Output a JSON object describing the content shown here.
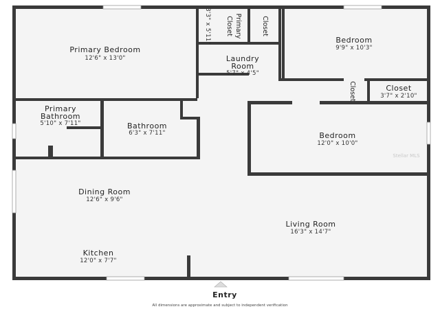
{
  "rooms": {
    "primary_bedroom": {
      "name": "Primary Bedroom",
      "dims": "12'6\" x 13'0\""
    },
    "primary_closet": {
      "line1": "Primary",
      "line2": "Closet",
      "dims": "3'3\" x 5'11\""
    },
    "closet_top": {
      "name": "Closet"
    },
    "bedroom_top": {
      "name": "Bedroom",
      "dims": "9'9\" x 10'3\""
    },
    "laundry_room": {
      "line1": "Laundry",
      "line2": "Room",
      "dims": "5'7\" x 4'5\""
    },
    "closet_mid": {
      "name": "Closet"
    },
    "closet_right": {
      "name": "Closet",
      "dims": "3'7\" x 2'10\""
    },
    "primary_bathroom": {
      "line1": "Primary",
      "line2": "Bathroom",
      "dims": "5'10\" x 7'11\""
    },
    "bathroom": {
      "name": "Bathroom",
      "dims": "6'3\" x 7'11\""
    },
    "bedroom_right": {
      "name": "Bedroom",
      "dims": "12'0\" x 10'0\""
    },
    "dining_room": {
      "name": "Dining Room",
      "dims": "12'6\" x 9'6\""
    },
    "living_room": {
      "name": "Living Room",
      "dims": "16'3\" x 14'7\""
    },
    "kitchen": {
      "name": "Kitchen",
      "dims": "12'0\" x 7'7\""
    }
  },
  "entry": {
    "label": "Entry"
  },
  "footer": {
    "note": "All dimensions are approximate and subject to independent verification"
  },
  "watermark": {
    "text": "Stellar MLS"
  },
  "colors": {
    "wall": "#3a3a3a",
    "floor": "#f4f4f4",
    "window": "#d8d8d8"
  }
}
